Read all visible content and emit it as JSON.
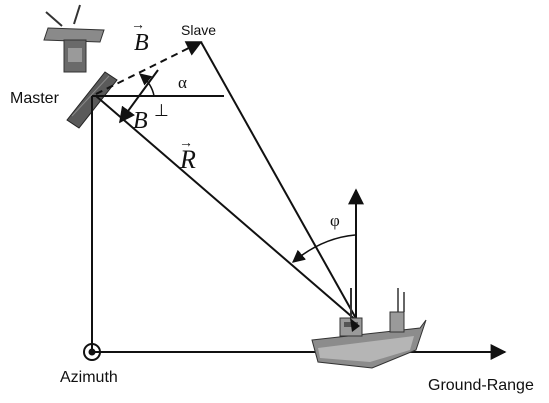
{
  "labels": {
    "slave": "Slave",
    "master": "Master",
    "azimuth": "Azimuth",
    "ground_range": "Ground-Range",
    "alpha": "α",
    "phi": "φ",
    "baseline_vector": "B",
    "baseline_perp": "B",
    "perp_symbol": "⊥",
    "range_vector": "R",
    "vector_arrow": "→"
  },
  "colors": {
    "line": "#111111",
    "satellite_body": "#5a5a5a",
    "ship_hull": "#8c8c8c"
  },
  "icons": [
    "master-satellite-icon",
    "slave-satellite-icon",
    "ship-icon",
    "azimuth-axis-icon"
  ]
}
